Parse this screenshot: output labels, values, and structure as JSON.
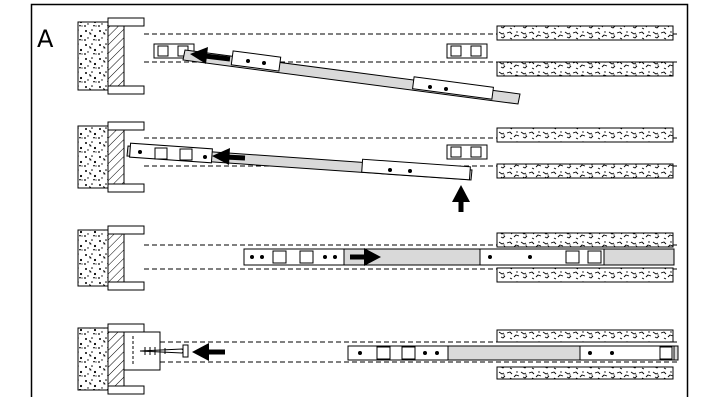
{
  "figure": {
    "panel_label": "A",
    "colors": {
      "stroke": "#000000",
      "rail_fill": "#d9d9d9",
      "hardware_fill": "#ffffff",
      "background": "#ffffff"
    },
    "steps": [
      {
        "name": "step-1",
        "arrow": "left"
      },
      {
        "name": "step-2",
        "arrow": "left-and-up"
      },
      {
        "name": "step-3",
        "arrow": "right"
      },
      {
        "name": "step-4",
        "arrow": "left-with-screw"
      }
    ]
  }
}
